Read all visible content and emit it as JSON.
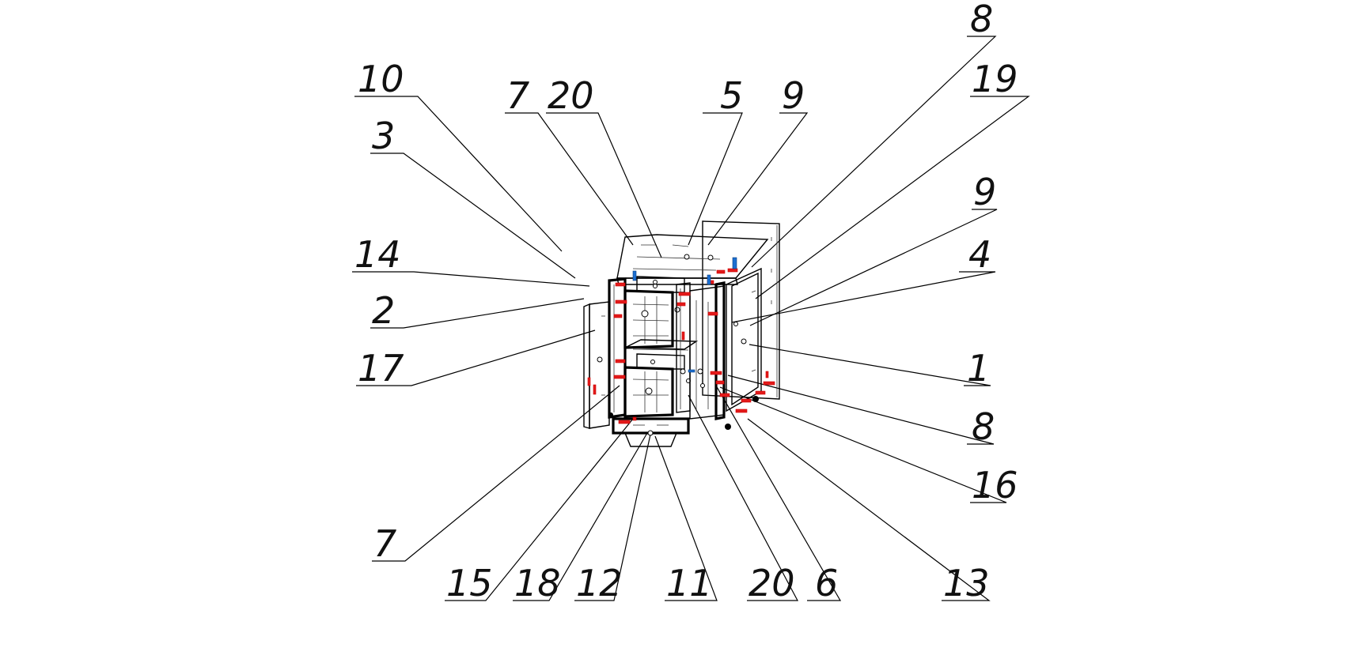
{
  "callouts": [
    {
      "id": "c-10a",
      "text": "10"
    },
    {
      "id": "c-3",
      "text": "3"
    },
    {
      "id": "c-14",
      "text": "14"
    },
    {
      "id": "c-2",
      "text": "2"
    },
    {
      "id": "c-17",
      "text": "17"
    },
    {
      "id": "c-7a",
      "text": "7"
    },
    {
      "id": "c-20a",
      "text": "20"
    },
    {
      "id": "c-5",
      "text": "5"
    },
    {
      "id": "c-9a",
      "text": "9"
    },
    {
      "id": "c-8a",
      "text": "8"
    },
    {
      "id": "c-19",
      "text": "19"
    },
    {
      "id": "c-9b",
      "text": "9"
    },
    {
      "id": "c-4",
      "text": "4"
    },
    {
      "id": "c-1",
      "text": "1"
    },
    {
      "id": "c-8b",
      "text": "8"
    },
    {
      "id": "c-16",
      "text": "16"
    },
    {
      "id": "c-7b",
      "text": "7"
    },
    {
      "id": "c-15",
      "text": "15"
    },
    {
      "id": "c-18",
      "text": "18"
    },
    {
      "id": "c-12",
      "text": "12"
    },
    {
      "id": "c-11",
      "text": "11"
    },
    {
      "id": "c-20b",
      "text": "20"
    },
    {
      "id": "c-6",
      "text": "6"
    },
    {
      "id": "c-13",
      "text": "13"
    }
  ],
  "colors": {
    "fastener_red": "#e31b1b",
    "fastener_blue": "#1c6fd1",
    "line": "#000000"
  }
}
